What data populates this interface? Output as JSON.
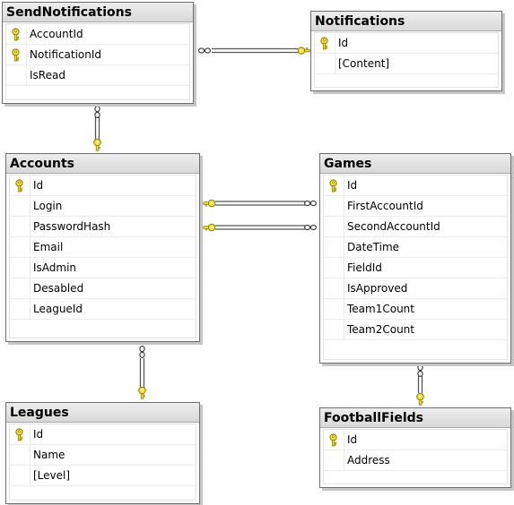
{
  "tables": {
    "sendnotifications": {
      "title": "SendNotifications",
      "columns": [
        {
          "name": "AccountId",
          "key": true
        },
        {
          "name": "NotificationId",
          "key": true
        },
        {
          "name": "IsRead",
          "key": false
        }
      ]
    },
    "notifications": {
      "title": "Notifications",
      "columns": [
        {
          "name": "Id",
          "key": true
        },
        {
          "name": "[Content]",
          "key": false
        }
      ]
    },
    "accounts": {
      "title": "Accounts",
      "columns": [
        {
          "name": "Id",
          "key": true
        },
        {
          "name": "Login",
          "key": false
        },
        {
          "name": "PasswordHash",
          "key": false
        },
        {
          "name": "Email",
          "key": false
        },
        {
          "name": "IsAdmin",
          "key": false
        },
        {
          "name": "Desabled",
          "key": false
        },
        {
          "name": "LeagueId",
          "key": false
        }
      ]
    },
    "games": {
      "title": "Games",
      "columns": [
        {
          "name": "Id",
          "key": true
        },
        {
          "name": "FirstAccountId",
          "key": false
        },
        {
          "name": "SecondAccountId",
          "key": false
        },
        {
          "name": "DateTime",
          "key": false
        },
        {
          "name": "FieldId",
          "key": false
        },
        {
          "name": "IsApproved",
          "key": false
        },
        {
          "name": "Team1Count",
          "key": false
        },
        {
          "name": "Team2Count",
          "key": false
        }
      ]
    },
    "leagues": {
      "title": "Leagues",
      "columns": [
        {
          "name": "Id",
          "key": true
        },
        {
          "name": "Name",
          "key": false
        },
        {
          "name": "[Level]",
          "key": false
        }
      ]
    },
    "footballfields": {
      "title": "FootballFields",
      "columns": [
        {
          "name": "Id",
          "key": true
        },
        {
          "name": "Address",
          "key": false
        }
      ]
    }
  },
  "relationships": [
    {
      "from": "sendnotifications",
      "to": "notifications",
      "key_end": "notifications"
    },
    {
      "from": "sendnotifications",
      "to": "accounts",
      "key_end": "accounts"
    },
    {
      "from": "games",
      "to": "accounts",
      "key_end": "accounts"
    },
    {
      "from": "games",
      "to": "accounts",
      "key_end": "accounts"
    },
    {
      "from": "accounts",
      "to": "leagues",
      "key_end": "leagues"
    },
    {
      "from": "games",
      "to": "footballfields",
      "key_end": "footballfields"
    }
  ],
  "icons": {
    "primary_key": "key-icon",
    "many_end": "infinity-icon",
    "one_end": "key-icon"
  },
  "colors": {
    "key_fill": "#f3e23b",
    "key_stroke": "#8a7a00",
    "line": "#555555",
    "header_bg": "#e4e4e4"
  }
}
